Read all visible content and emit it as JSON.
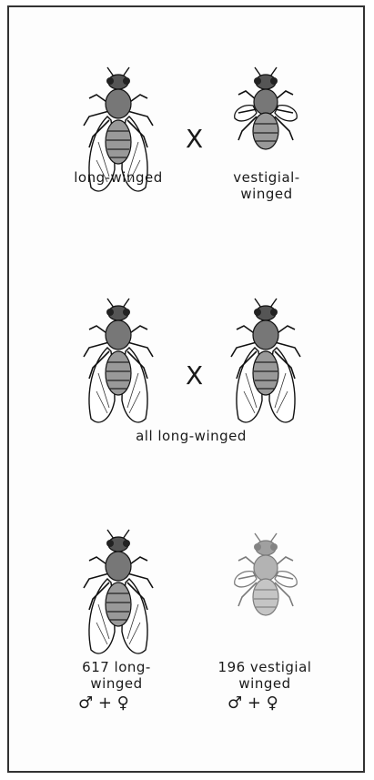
{
  "row1": {
    "left_label": "long-winged",
    "right_label": "vestigial-\nwinged",
    "cross": "X"
  },
  "row2": {
    "cross": "X",
    "caption": "all long-winged"
  },
  "row3": {
    "left_label": "617 long-\nwinged",
    "right_label": "196 vestigial\nwinged",
    "left_sex": "♂ + ♀",
    "right_sex": "♂ + ♀"
  },
  "icons": [
    "long-winged-fly-icon",
    "vestigial-winged-fly-icon"
  ]
}
